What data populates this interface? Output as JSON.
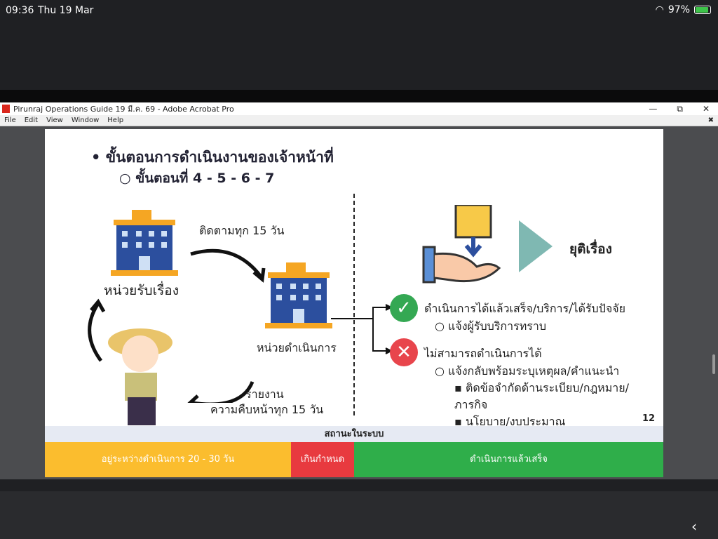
{
  "status_bar": {
    "time": "09:36",
    "date": "Thu 19 Mar",
    "battery": "97%",
    "battery_level": 0.97
  },
  "window": {
    "title": "Pirunraj Operations Guide 19 มี.ค. 69 - Adobe Acrobat Pro",
    "minimize": "—",
    "restore": "⧉",
    "close": "✕",
    "doc_close": "✖"
  },
  "menu": [
    "File",
    "Edit",
    "View",
    "Window",
    "Help"
  ],
  "slide": {
    "heading": "ขั้นตอนการดำเนินงานของเจ้าหน้าที่",
    "subheading": "ขั้นตอนที่ 4 - 5 - 6 - 7",
    "unit_receive": "หน่วยรับเรื่อง",
    "follow_up": "ติดตามทุก 15 วัน",
    "unit_operate": "หน่วยดำเนินการ",
    "report_1": "รายงาน",
    "report_2": "ความคืบหน้าทุก 15 วัน",
    "terminate": "ยุติเรื่อง",
    "success": "ดำเนินการได้แล้วเสร็จ/บริการ/ได้รับปัจจัย",
    "success_sub": "แจ้งผู้รับบริการทราบ",
    "fail": "ไม่สามารถดำเนินการได้",
    "fail_sub": "แจ้งกลับพร้อมระบุเหตุผล/คำแนะนำ",
    "fail_reason_1": "ติดข้อจำกัดด้านระเบียบ/กฎหมาย/ภารกิจ",
    "fail_reason_2": "นโยบาย/งบประมาณ",
    "page_number": "12"
  },
  "status_legend": {
    "title": "สถานะในระบบ",
    "in_progress": "อยู่ระหว่างดำเนินการ 20 - 30 วัน",
    "overdue": "เกินกำหนด",
    "done": "ดำเนินการแล้วเสร็จ",
    "colors": {
      "in_progress": "#fbbd2e",
      "overdue": "#e83a3f",
      "done": "#2fae4a"
    }
  },
  "nav": {
    "back": "‹"
  }
}
